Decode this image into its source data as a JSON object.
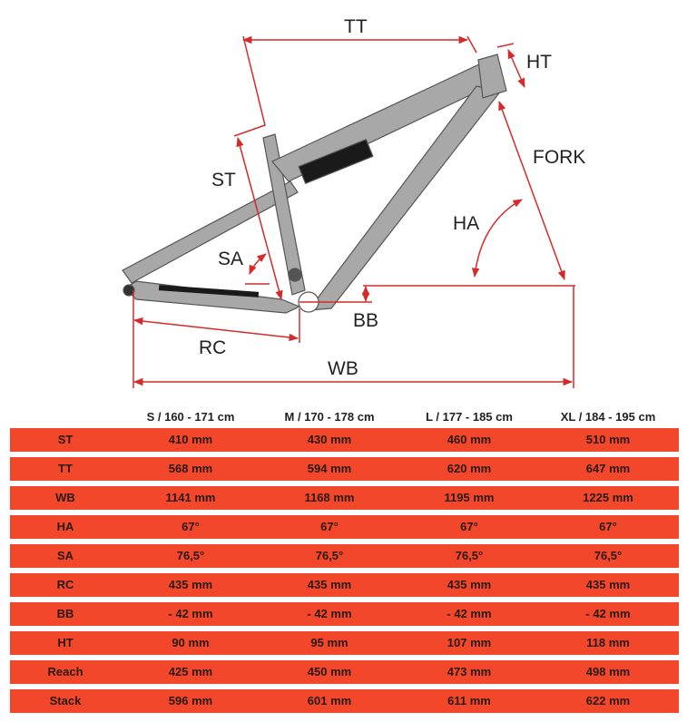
{
  "diagram": {
    "labels": {
      "tt": "TT",
      "ht": "HT",
      "st": "ST",
      "fork": "FORK",
      "ha": "HA",
      "sa": "SA",
      "bb": "BB",
      "rc": "RC",
      "wb": "WB"
    }
  },
  "colors": {
    "row": "#f2472b",
    "dimension": "#d42a2a",
    "frame": "#a8a8a8"
  },
  "table": {
    "sizes": [
      "S / 160 - 171 cm",
      "M / 170 - 178 cm",
      "L / 177 - 185 cm",
      "XL / 184 - 195 cm"
    ],
    "rows": [
      {
        "label": "ST",
        "values": [
          "410 mm",
          "430 mm",
          "460 mm",
          "510 mm"
        ]
      },
      {
        "label": "TT",
        "values": [
          "568 mm",
          "594 mm",
          "620 mm",
          "647 mm"
        ]
      },
      {
        "label": "WB",
        "values": [
          "1141 mm",
          "1168 mm",
          "1195 mm",
          "1225 mm"
        ]
      },
      {
        "label": "HA",
        "values": [
          "67°",
          "67°",
          "67°",
          "67°"
        ]
      },
      {
        "label": "SA",
        "values": [
          "76,5°",
          "76,5°",
          "76,5°",
          "76,5°"
        ]
      },
      {
        "label": "RC",
        "values": [
          "435 mm",
          "435 mm",
          "435 mm",
          "435 mm"
        ]
      },
      {
        "label": "BB",
        "values": [
          "- 42 mm",
          "- 42 mm",
          "- 42 mm",
          "- 42 mm"
        ]
      },
      {
        "label": "HT",
        "values": [
          "90 mm",
          "95 mm",
          "107 mm",
          "118 mm"
        ]
      },
      {
        "label": "Reach",
        "values": [
          "425 mm",
          "450 mm",
          "473 mm",
          "498 mm"
        ]
      },
      {
        "label": "Stack",
        "values": [
          "596 mm",
          "601 mm",
          "611 mm",
          "622 mm"
        ]
      }
    ]
  }
}
